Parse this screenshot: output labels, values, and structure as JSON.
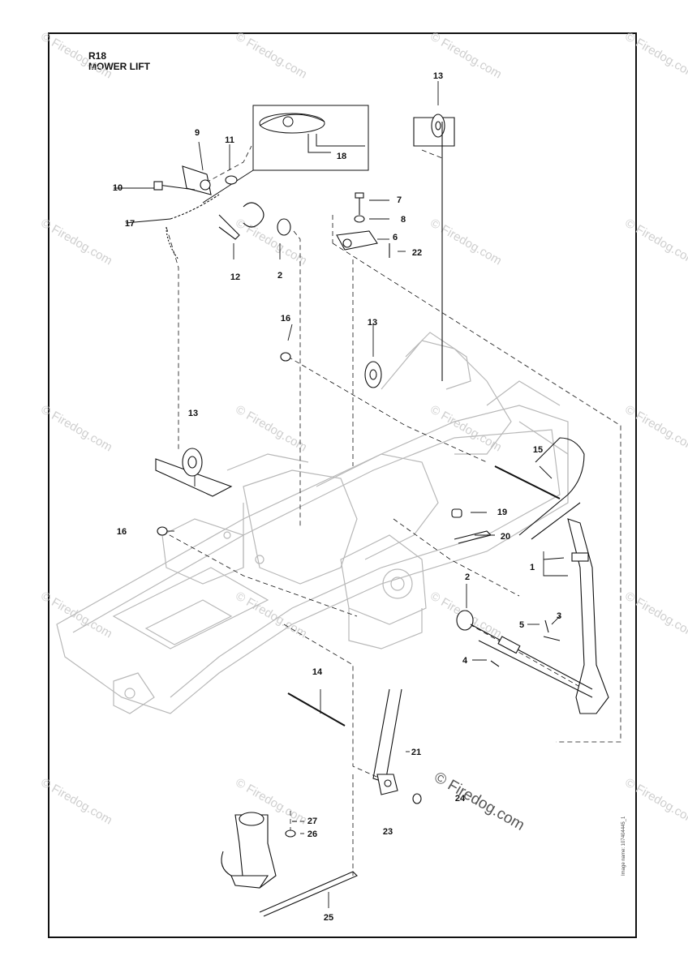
{
  "header": {
    "code": "R18",
    "title": "MOWER LIFT"
  },
  "callouts": [
    {
      "n": "1"
    },
    {
      "n": "2"
    },
    {
      "n": "2"
    },
    {
      "n": "3"
    },
    {
      "n": "4"
    },
    {
      "n": "5"
    },
    {
      "n": "6"
    },
    {
      "n": "7"
    },
    {
      "n": "8"
    },
    {
      "n": "9"
    },
    {
      "n": "10"
    },
    {
      "n": "11"
    },
    {
      "n": "12"
    },
    {
      "n": "13"
    },
    {
      "n": "13"
    },
    {
      "n": "13"
    },
    {
      "n": "14"
    },
    {
      "n": "15"
    },
    {
      "n": "16"
    },
    {
      "n": "16"
    },
    {
      "n": "17"
    },
    {
      "n": "18"
    },
    {
      "n": "19"
    },
    {
      "n": "20"
    },
    {
      "n": "21"
    },
    {
      "n": "22"
    },
    {
      "n": "23"
    },
    {
      "n": "24"
    },
    {
      "n": "25"
    },
    {
      "n": "26"
    },
    {
      "n": "27"
    }
  ],
  "watermark": {
    "text": "© Firedog.com",
    "main_text": "© Firedog.com"
  },
  "image_number": "Image name: 107404445_1",
  "colors": {
    "line": "#111111",
    "frame_ghost": "#b8b8b8",
    "watermark": "#cfcfcf"
  }
}
